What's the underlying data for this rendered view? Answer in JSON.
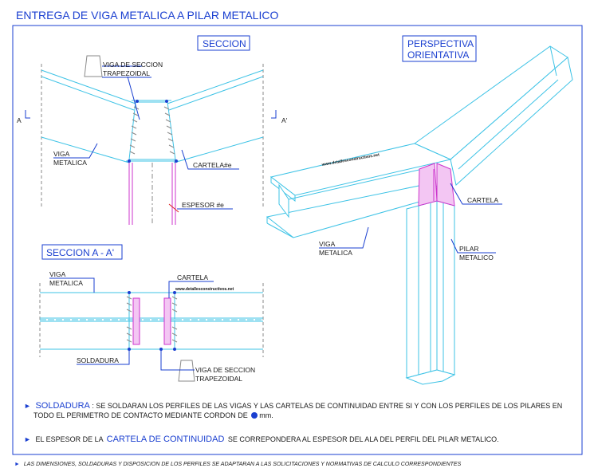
{
  "title": "ENTREGA DE VIGA METALICA A PILAR METALICO",
  "seccion": {
    "title": "SECCION",
    "viga_trapezoidal_line1": "VIGA DE SECCION",
    "viga_trapezoidal_line2": "TRAPEZOIDAL",
    "viga_line1": "VIGA",
    "viga_line2": "METALICA",
    "cartela": "CARTELA#e",
    "espesor": "ESPESOR #e",
    "cut_left": "A",
    "cut_right": "A'"
  },
  "perspectiva": {
    "title_line1": "PERSPECTIVA",
    "title_line2": "ORIENTATIVA",
    "cartela": "CARTELA",
    "viga_line1": "VIGA",
    "viga_line2": "METALICA",
    "pilar_line1": "PILAR",
    "pilar_line2": "METALICO",
    "watermark": "www.detallesconstructivos.net"
  },
  "seccion_aa": {
    "title": "SECCION  A - A'",
    "viga_line1": "VIGA",
    "viga_line2": "METALICA",
    "cartela": "CARTELA",
    "soldadura": "SOLDADURA",
    "viga_trapezoidal_line1": "VIGA DE SECCION",
    "viga_trapezoidal_line2": "TRAPEZOIDAL",
    "watermark": "www.detallesconstructivos.net"
  },
  "notes": {
    "bullet": "►",
    "soldadura_heading": "SOLDADURA",
    "soldadura_text_1": ": SE SOLDARAN LOS PERFILES DE LAS VIGAS Y LAS CARTELAS DE CONTINUIDAD  ENTRE SI Y CON LOS PERFILES DE LOS PILARES EN",
    "soldadura_text_2": "TODO EL PERIMETRO DE CONTACTO MEDIANTE CORDON DE",
    "soldadura_text_3": "mm.",
    "espesor_text_1": "EL ESPESOR DE LA",
    "espesor_heading": "CARTELA DE CONTINUIDAD",
    "espesor_text_2": "SE CORREPONDERA AL ESPESOR DEL ALA DEL PERFIL DEL PILAR METALICO.",
    "footer": "LAS DIMENSIONES, SOLDADURAS Y DISPOSICION DE LOS PERFILES SE ADAPTARAN A LAS SOLICITACIONES Y NORMATIVAS DE CALCULO CORRESPONDIENTES"
  },
  "colors": {
    "steel": "#3ec3e6",
    "cartela": "#cc33cc",
    "annotation": "#1a3fd0",
    "frame": "#1a3fd0"
  }
}
